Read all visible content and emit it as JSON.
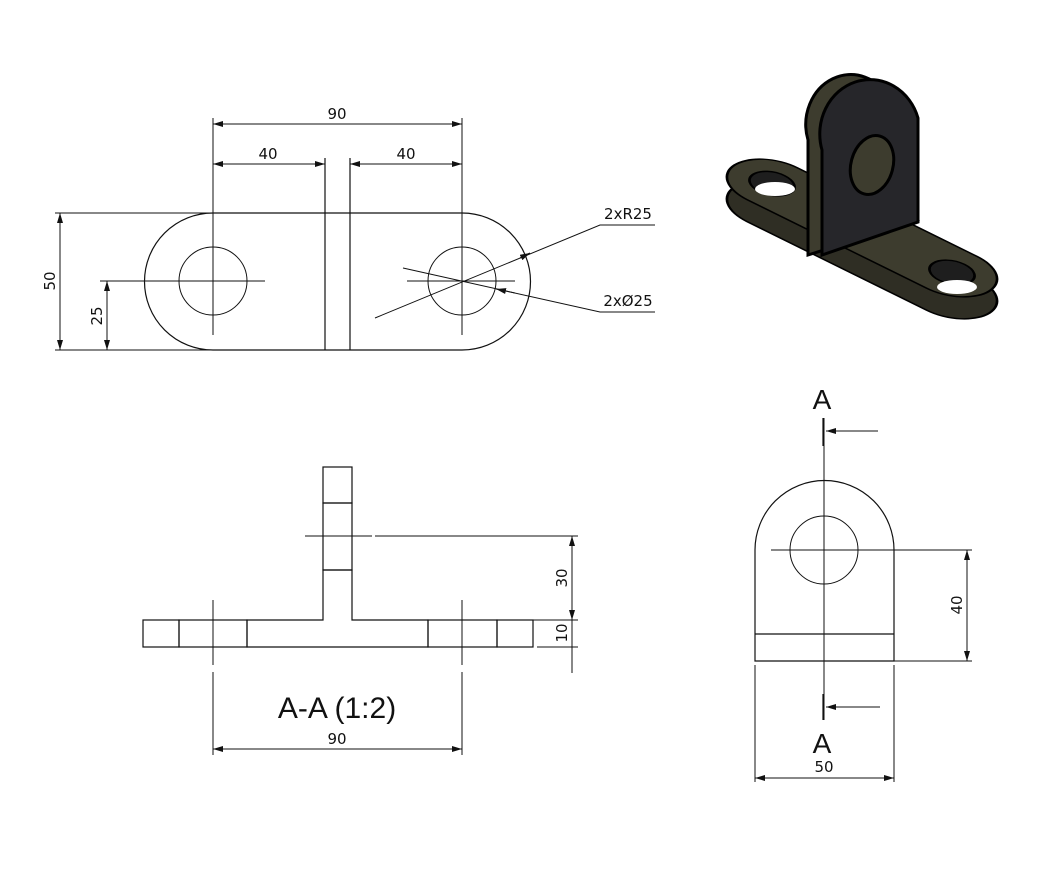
{
  "top_view": {
    "dim_overall_length": "90",
    "dim_left_offset": "40",
    "dim_right_offset": "40",
    "dim_width": "50",
    "dim_half_width": "25",
    "callout_radius": "2xR25",
    "callout_diameter": "2xØ25"
  },
  "section_view": {
    "title": "A-A (1:2)",
    "dim_tab_height": "30",
    "dim_plate_thickness": "10",
    "dim_hole_spacing": "90"
  },
  "side_view": {
    "section_label_top": "A",
    "section_label_bottom": "A",
    "dim_hole_height": "40",
    "dim_width": "50"
  },
  "iso_view": {
    "body_color": "#3d3c2e",
    "tab_color": "#26262a"
  }
}
